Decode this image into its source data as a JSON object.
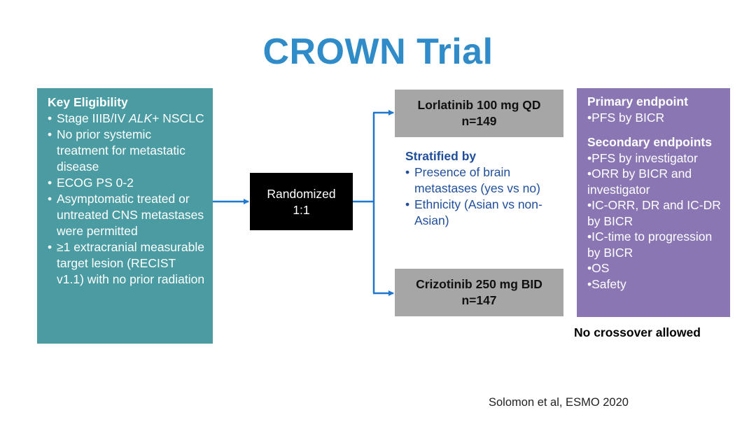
{
  "title": "CROWN Trial",
  "eligibility": {
    "heading": "Key Eligibility",
    "items": [
      {
        "pre": "Stage IIIB/IV ",
        "em": "ALK",
        "post": "+ NSCLC"
      },
      {
        "pre": "No prior systemic treatment for metastatic disease",
        "em": "",
        "post": ""
      },
      {
        "pre": "ECOG PS 0-2",
        "em": "",
        "post": ""
      },
      {
        "pre": "Asymptomatic treated or untreated CNS metastases were permitted",
        "em": "",
        "post": ""
      },
      {
        "pre": "≥1 extracranial measurable target lesion (RECIST v1.1) with no prior radiation",
        "em": "",
        "post": ""
      }
    ]
  },
  "randomized": {
    "line1": "Randomized",
    "line2": "1:1"
  },
  "arms": {
    "lorlatinib": {
      "line1": "Lorlatinib 100 mg QD",
      "line2": "n=149"
    },
    "crizotinib": {
      "line1": "Crizotinib 250 mg BID",
      "line2": "n=147"
    }
  },
  "stratified": {
    "heading": "Stratified by",
    "items": [
      "Presence of brain metastases (yes vs no)",
      "Ethnicity (Asian vs non-Asian)"
    ]
  },
  "endpoints": {
    "primary_heading": "Primary endpoint",
    "primary_items": [
      "•PFS by BICR"
    ],
    "secondary_heading": "Secondary endpoints",
    "secondary_items": [
      "•PFS by investigator",
      "•ORR by BICR and investigator",
      "•IC-ORR, DR and IC-DR by BICR",
      "•IC-time to progression by BICR",
      "•OS",
      "•Safety"
    ]
  },
  "crossover_note": "No crossover allowed",
  "citation": "Solomon et al, ESMO 2020",
  "colors": {
    "title": "#2f8cc9",
    "eligibility_bg": "#4a9ba2",
    "arm_bg": "#a6a6a6",
    "endpoints_bg": "#8a76b3",
    "arrow": "#1f77d0",
    "strat_text": "#1f4e9c"
  }
}
